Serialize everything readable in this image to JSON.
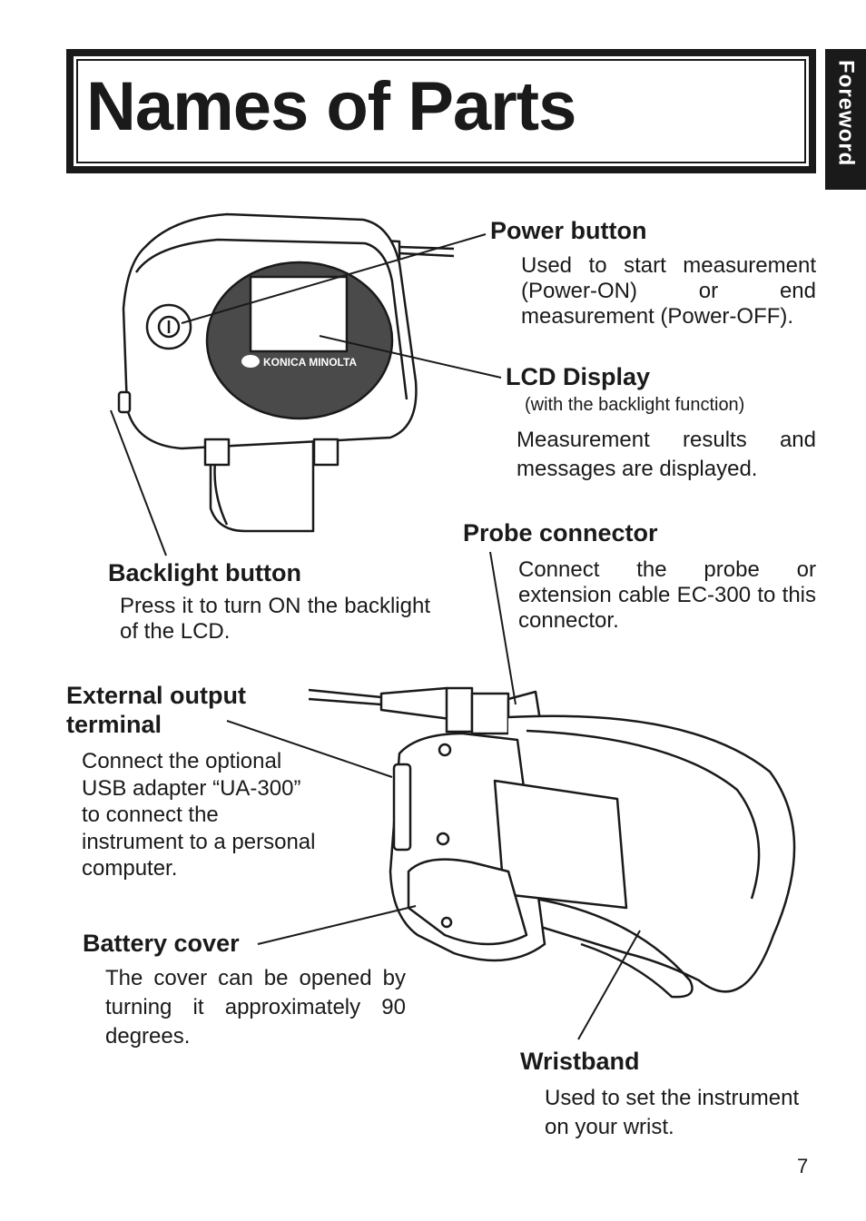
{
  "page": {
    "title": "Names of Parts",
    "side_tab": "Foreword",
    "page_number": "7"
  },
  "device": {
    "logo_text": "KONICA MINOLTA"
  },
  "parts": {
    "power_button": {
      "label": "Power button",
      "description": "Used to start measurement (Power-ON) or end measurement (Power-OFF)."
    },
    "lcd_display": {
      "label": "LCD Display",
      "note": "(with the backlight function)",
      "description": "Measurement results and messages are displayed."
    },
    "probe_connector": {
      "label": "Probe connector",
      "description": "Connect the probe or extension cable EC-300 to this connector."
    },
    "backlight_button": {
      "label": "Backlight button",
      "description": "Press it to turn ON the backlight of the LCD."
    },
    "external_output_terminal": {
      "label_line1": "External output",
      "label_line2": "terminal",
      "description_lines": [
        "Connect the optional",
        "USB adapter “UA-300”",
        "to connect the",
        "instrument to a personal",
        "computer."
      ]
    },
    "battery_cover": {
      "label": "Battery cover",
      "description": "The cover can be opened by turning it approximately 90 degrees."
    },
    "wristband": {
      "label": "Wristband",
      "description": "Used to set the instrument on your wrist."
    }
  }
}
